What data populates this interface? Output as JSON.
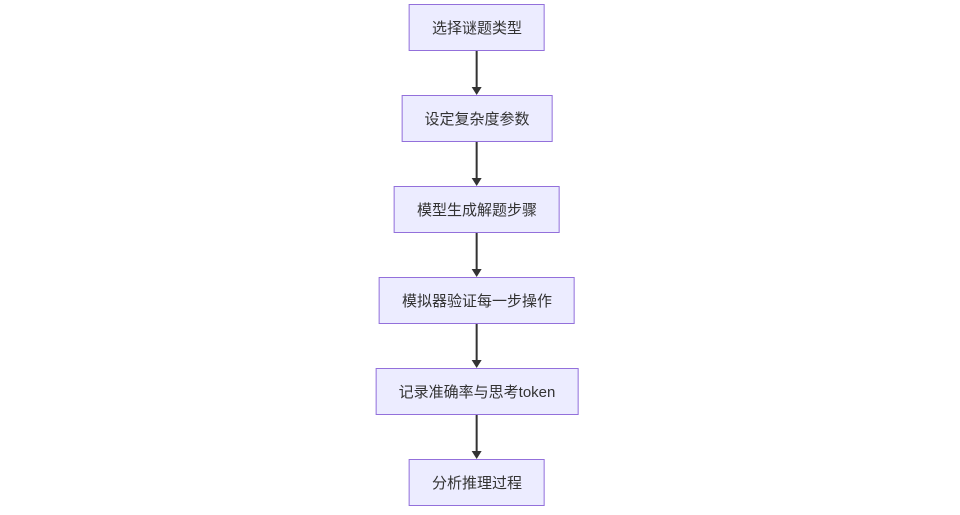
{
  "diagram": {
    "type": "flowchart",
    "direction": "top-down",
    "background_color": "#ffffff",
    "node_fill_color": "#ECECFF",
    "node_border_color": "#9370DB",
    "text_color": "#333333",
    "arrow_color": "#333333",
    "nodes": [
      {
        "id": "n1",
        "label": "选择谜题类型"
      },
      {
        "id": "n2",
        "label": "设定复杂度参数"
      },
      {
        "id": "n3",
        "label": "模型生成解题步骤"
      },
      {
        "id": "n4",
        "label": "模拟器验证每一步操作"
      },
      {
        "id": "n5",
        "label": "记录准确率与思考token"
      },
      {
        "id": "n6",
        "label": "分析推理过程"
      }
    ],
    "edges": [
      {
        "from": "n1",
        "to": "n2"
      },
      {
        "from": "n2",
        "to": "n3"
      },
      {
        "from": "n3",
        "to": "n4"
      },
      {
        "from": "n4",
        "to": "n5"
      },
      {
        "from": "n5",
        "to": "n6"
      }
    ]
  }
}
